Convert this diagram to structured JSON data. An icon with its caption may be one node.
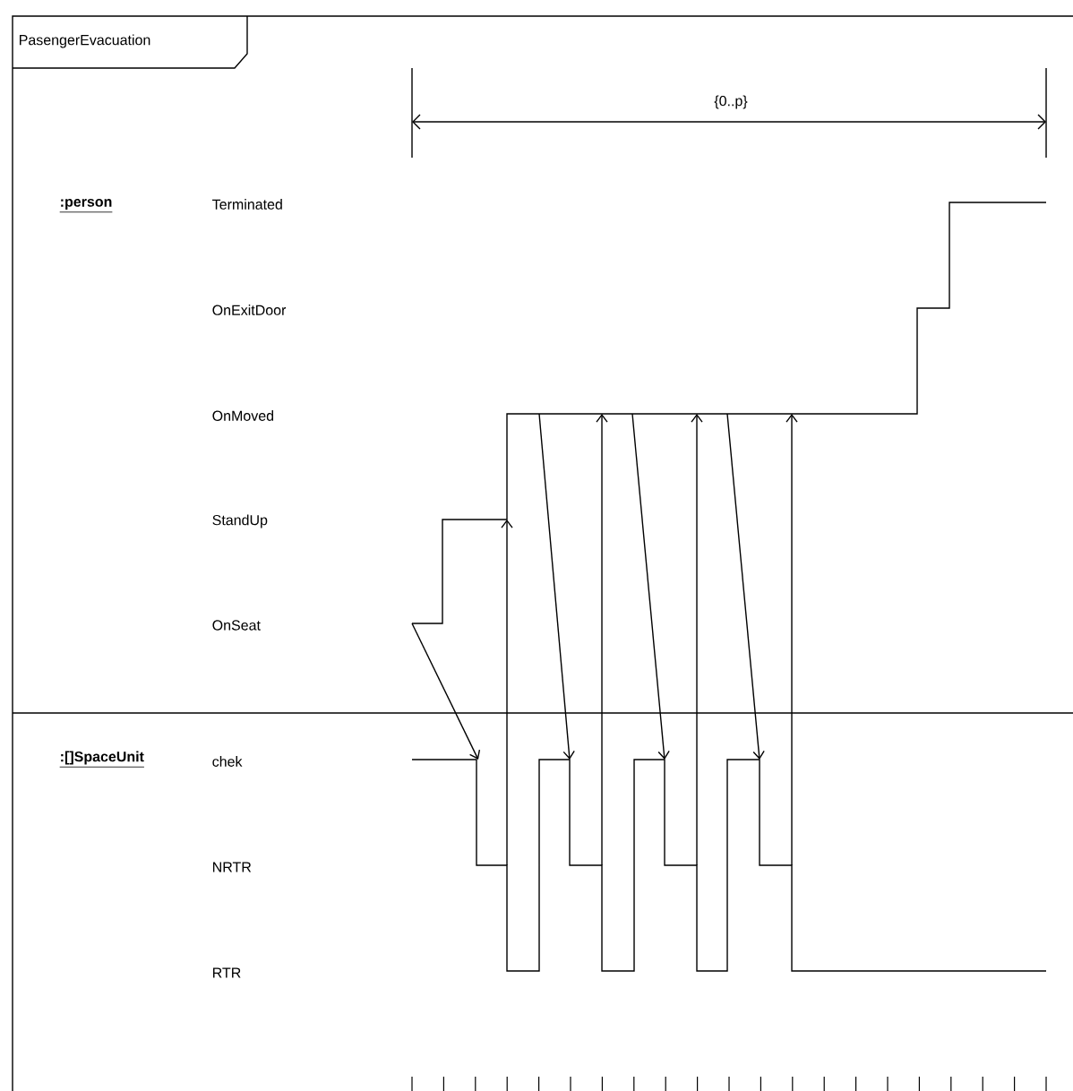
{
  "diagram": {
    "nodes": [
      {
        "text": [
          "PasengerEvacuation"
        ]
      },
      {
        "text": [
          ":person",
          "Terminated",
          "OnExitDoor",
          "OnMoved",
          "StandUp",
          "OnSeat"
        ],
        "in": 0
      },
      {
        "text": [
          ":[]SpaceUnit",
          "chek",
          "NRTR",
          "RTR"
        ],
        "in": 0
      }
    ],
    "edges": [
      {
        "from": 1,
        "to": 2,
        "arrow": "to"
      },
      {
        "from": 2,
        "to": 1,
        "arrow": "to"
      },
      {
        "from": 1,
        "to": 2,
        "arrow": "to"
      },
      {
        "from": 2,
        "to": 1,
        "arrow": "to"
      },
      {
        "from": 1,
        "to": 2,
        "arrow": "to"
      },
      {
        "from": 2,
        "to": 1,
        "arrow": "to"
      },
      {
        "from": 1,
        "to": 2,
        "arrow": "to"
      },
      {
        "from": 2,
        "to": 1,
        "arrow": "to"
      }
    ],
    "labels": [
      "{0..p}"
    ]
  }
}
